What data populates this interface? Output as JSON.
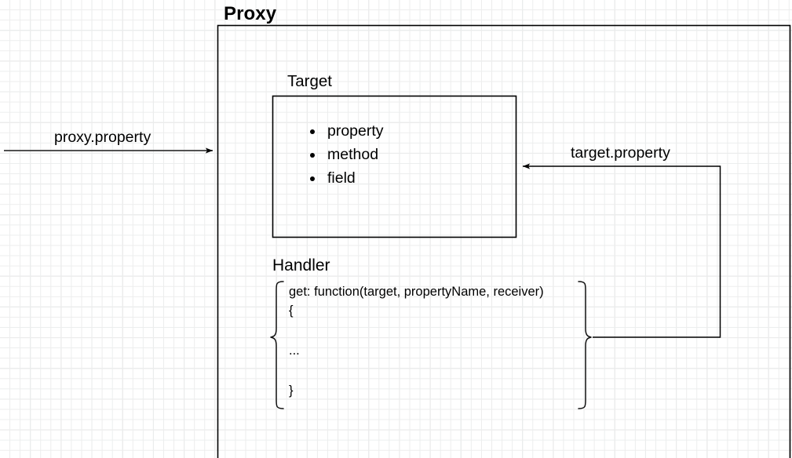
{
  "diagram": {
    "title": "Proxy",
    "boxes": {
      "proxy": {
        "label": "Proxy"
      },
      "target": {
        "label": "Target",
        "items": [
          "property",
          "method",
          "field"
        ]
      },
      "handler": {
        "label": "Handler",
        "code_line_1": "get: function(target, propertyName, receiver){",
        "code_line_2": "...",
        "code_line_3": "}"
      }
    },
    "arrows": {
      "incoming": {
        "label": "proxy.property",
        "direction": "right"
      },
      "returning": {
        "label": "target.property",
        "direction": "left"
      }
    },
    "colors": {
      "stroke": "#000000",
      "grid_minor": "#eceded",
      "grid_major": "#d5d7d8",
      "background": "#ffffff"
    }
  }
}
